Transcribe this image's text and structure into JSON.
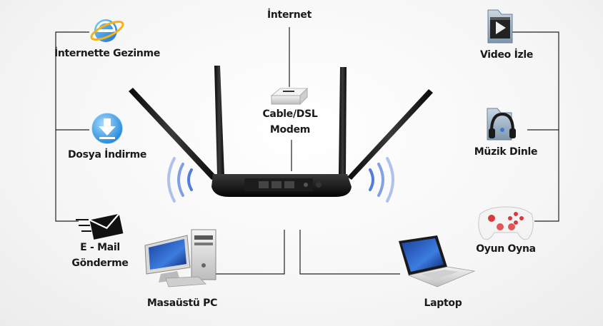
{
  "labels": {
    "internet": "İnternet",
    "browsing": "İnternette Gezinme",
    "download": "Dosya İndirme",
    "email_line1": "E - Mail",
    "email_line2": "Gönderme",
    "desktop": "Masaüstü PC",
    "modem_line1": "Cable/DSL",
    "modem_line2": "Modem",
    "laptop": "Laptop",
    "video": "Video İzle",
    "music": "Müzik Dinle",
    "game": "Oyun Oyna"
  },
  "icons": {
    "browsing": "internet-explorer-icon",
    "download": "download-icon",
    "email": "email-envelope-icon",
    "desktop": "desktop-pc-icon",
    "modem": "modem-icon",
    "router": "wireless-router-icon",
    "laptop": "laptop-icon",
    "video": "video-folder-icon",
    "music": "music-headphones-icon",
    "game": "gamepad-icon"
  },
  "colors": {
    "line": "#222222",
    "wifi": "#3f6fd8",
    "router": "#111111"
  }
}
